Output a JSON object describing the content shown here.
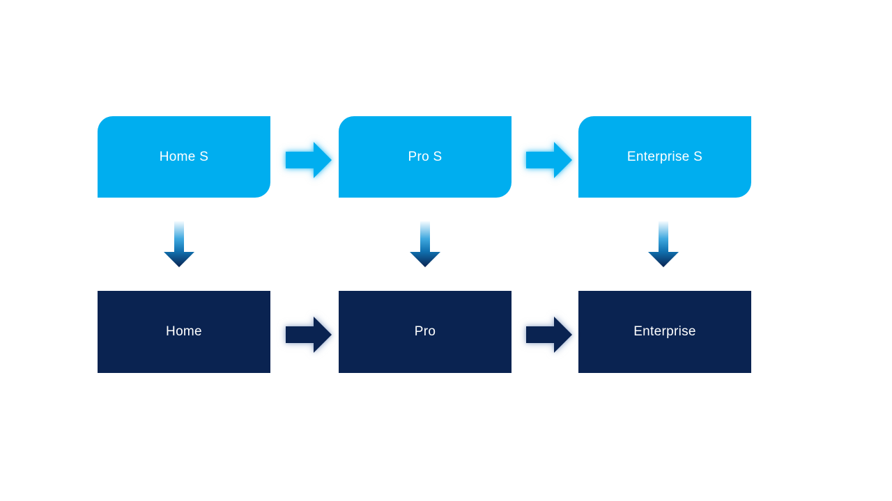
{
  "diagram": {
    "type": "flow",
    "rows": {
      "top_style": "rounded-diagonal-corner",
      "bottom_style": "rectangle"
    },
    "columns": [
      {
        "top": "Home S",
        "bottom": "Home"
      },
      {
        "top": "Pro S",
        "bottom": "Pro"
      },
      {
        "top": "Enterprise S",
        "bottom": "Enterprise"
      }
    ],
    "connectors": {
      "top_row_arrows": "right-arrow",
      "bottom_row_arrows": "right-arrow",
      "vertical_arrows": "down-arrow"
    },
    "colors": {
      "background": "#ffffff",
      "top_box": "#00aeef",
      "bottom_box": "#0a2351",
      "arrow_light": "#00aeef",
      "arrow_light_glow": "rgba(0,174,239,0.5)",
      "arrow_dark": "#0a2351",
      "arrow_dark_glow": "rgba(125,150,190,0.55)",
      "down_grad_top": "#f5fbff",
      "down_grad_mid": "#3fa8df",
      "down_grad_low": "#1070af",
      "down_grad_bottom": "#0a2351",
      "text": "#ffffff"
    }
  }
}
